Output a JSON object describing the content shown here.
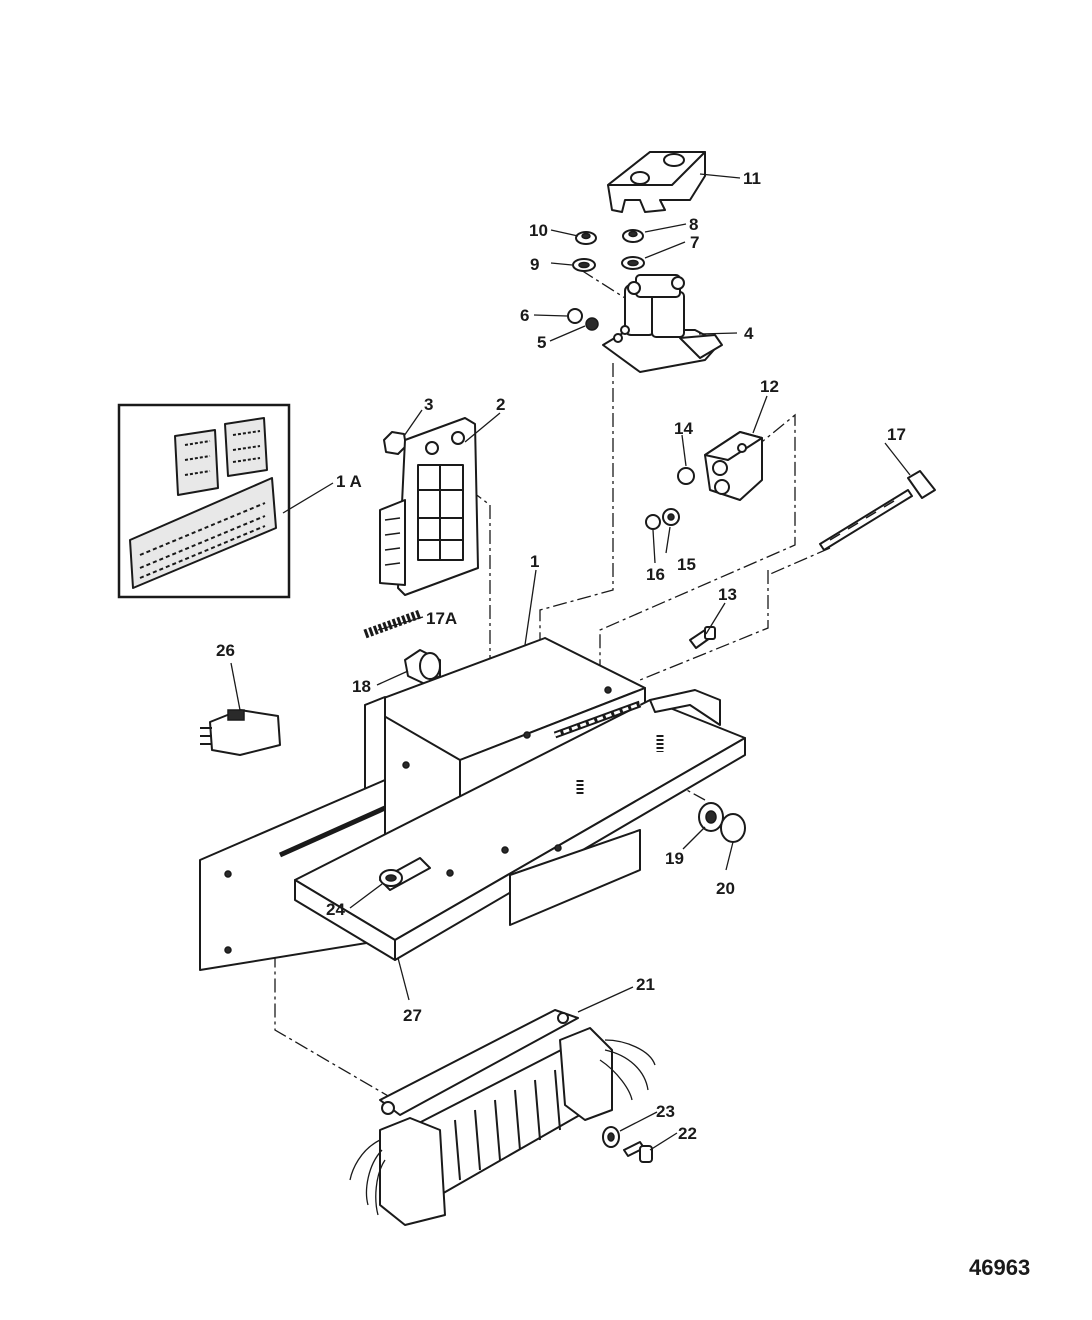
{
  "figure_number": "46963",
  "callouts": {
    "c1": "1",
    "c1a": "1 A",
    "c2": "2",
    "c3": "3",
    "c4": "4",
    "c5": "5",
    "c6": "6",
    "c7": "7",
    "c8": "8",
    "c9": "9",
    "c10": "10",
    "c11": "11",
    "c12": "12",
    "c13": "13",
    "c14": "14",
    "c15": "15",
    "c16": "16",
    "c17": "17",
    "c17a": "17A",
    "c18": "18",
    "c19": "19",
    "c20": "20",
    "c21": "21",
    "c22": "22",
    "c23": "23",
    "c24": "24",
    "c26": "26",
    "c27": "27"
  }
}
